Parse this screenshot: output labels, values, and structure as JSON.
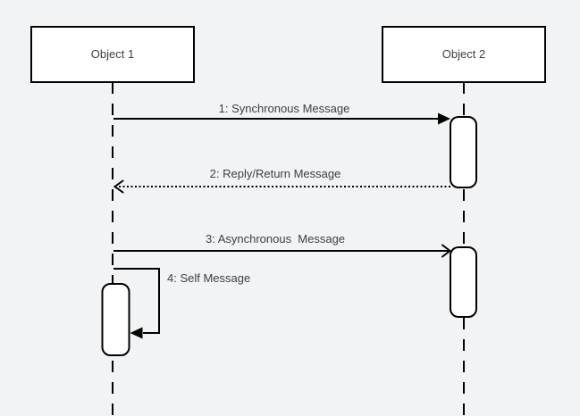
{
  "diagram": {
    "type": "uml-sequence-diagram",
    "colors": {
      "background": "#f2f3f4",
      "stroke": "#000000",
      "shape_fill": "#ffffff",
      "text": "#3c4043"
    },
    "actors": [
      {
        "label": "Object 1"
      },
      {
        "label": "Object 2"
      }
    ],
    "messages": [
      {
        "label": "1: Synchronous Message",
        "from": "Object 1",
        "to": "Object 2",
        "line_style": "solid",
        "arrowhead": "filled-triangle"
      },
      {
        "label": "2: Reply/Return Message",
        "from": "Object 2",
        "to": "Object 1",
        "line_style": "dotted",
        "arrowhead": "open"
      },
      {
        "label": "3: Asynchronous  Message",
        "from": "Object 1",
        "to": "Object 2",
        "line_style": "solid",
        "arrowhead": "open"
      },
      {
        "label": "4: Self Message",
        "from": "Object 1",
        "to": "Object 1",
        "line_style": "solid",
        "arrowhead": "filled-triangle"
      }
    ],
    "activations": [
      {
        "actor": "Object 2",
        "spans": "message 1 to message 2"
      },
      {
        "actor": "Object 2",
        "spans": "message 3"
      },
      {
        "actor": "Object 1",
        "spans": "message 4 (self)"
      }
    ]
  }
}
